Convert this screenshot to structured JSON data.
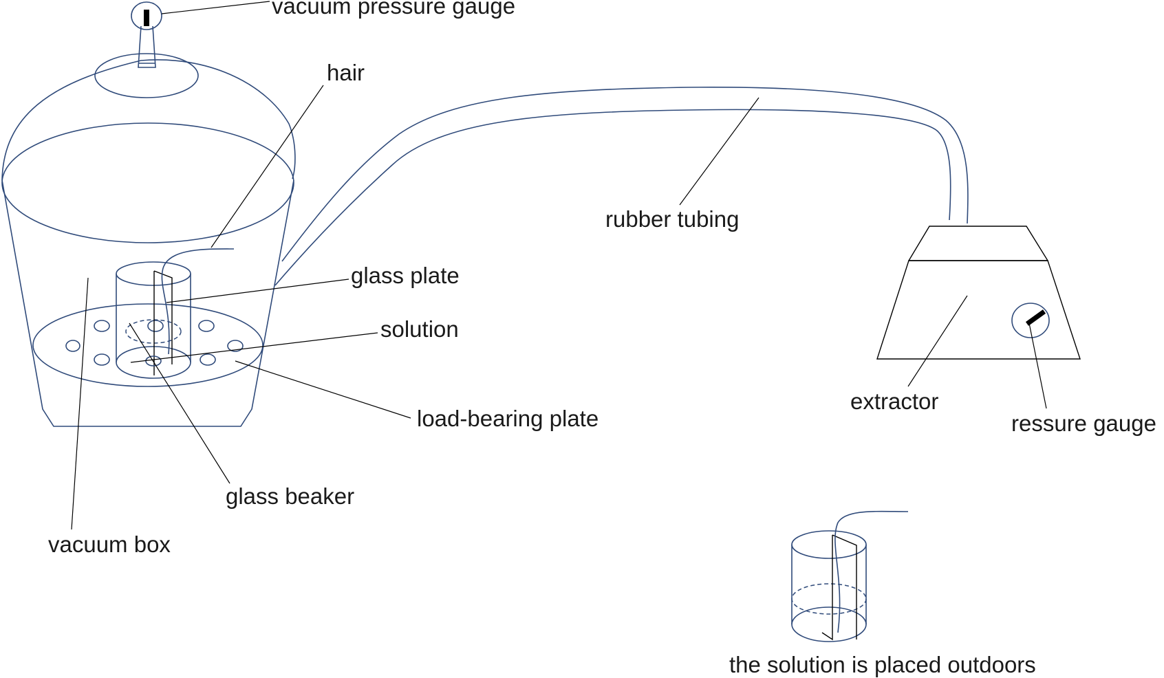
{
  "labels": {
    "vacuum_pressure_gauge": "vacuum pressure gauge",
    "hair": "hair",
    "rubber_tubing": "rubber tubing",
    "glass_plate": "glass plate",
    "solution": "solution",
    "load_bearing_plate": "load-bearing plate",
    "glass_beaker": "glass beaker",
    "vacuum_box": "vacuum box",
    "extractor": "extractor",
    "pressure_gauge": "ressure gauge",
    "outdoor_note": "the solution is placed outdoors"
  },
  "colors": {
    "drawing_line": "#2f4a7a",
    "leader_line": "#000000",
    "text": "#1a1a1a"
  }
}
